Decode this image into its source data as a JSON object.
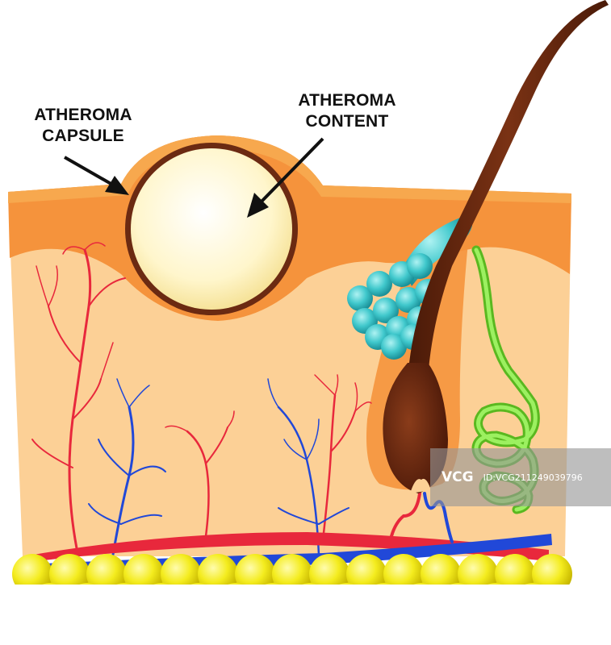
{
  "labels": {
    "capsule": "ATHEROMA CAPSULE",
    "content": "ATHEROMA CONTENT"
  },
  "watermark": {
    "logo": "VCG",
    "id": "ID:VCG211249039796"
  },
  "colors": {
    "epidermis": "#f5933c",
    "dermis": "#fcd096",
    "capsule_outline": "#6b2a12",
    "content": "#fff7d0",
    "hair": "#6b2a12",
    "sebaceous_gland": "#3cc8c8",
    "sweat_gland": "#8ce04a",
    "artery": "#e8283c",
    "vein": "#2148d8",
    "fat": "#f2ec1e"
  }
}
